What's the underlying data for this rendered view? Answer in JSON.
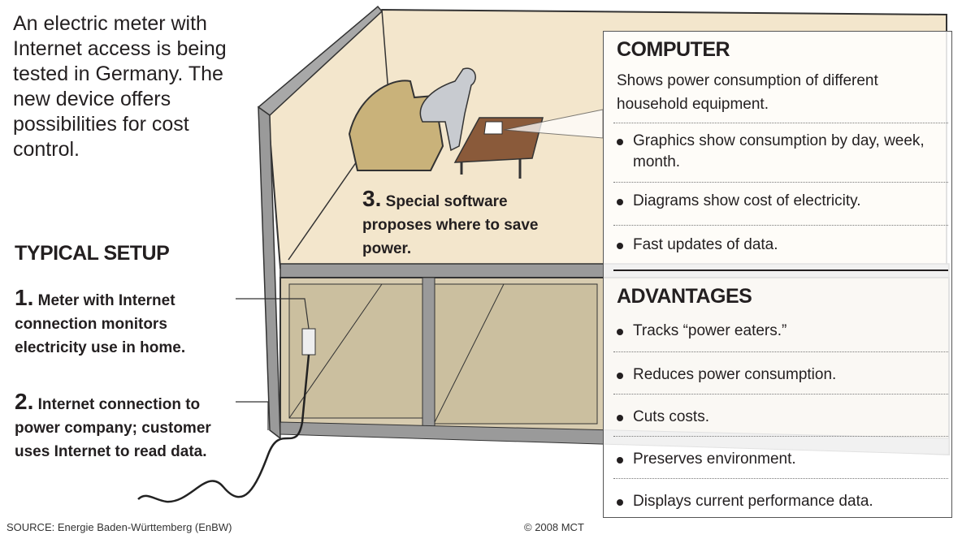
{
  "intro": "An electric meter with Internet access is being tested in Germany. The new device offers possibilities for cost control.",
  "typical_setup": {
    "title": "TYPICAL SETUP",
    "steps": [
      {
        "num": "1.",
        "text": "Meter with Internet connection monitors electricity use in home."
      },
      {
        "num": "2.",
        "text": "Internet connection to power company; customer uses Internet to read data."
      },
      {
        "num": "3.",
        "text": "Special software proposes where to save power."
      }
    ]
  },
  "computer": {
    "title": "COMPUTER",
    "desc": "Shows power consumption of different household equipment.",
    "items": [
      "Graphics show consumption by day, week, month.",
      "Diagrams show cost of electricity.",
      "Fast updates of data."
    ]
  },
  "advantages": {
    "title": "ADVANTAGES",
    "items": [
      "Tracks “power eaters.”",
      "Reduces power consumption.",
      "Cuts costs.",
      "Preserves environment.",
      "Displays current performance data."
    ]
  },
  "source": "SOURCE: Energie Baden-Württemberg (EnBW)",
  "copyright": "© 2008 MCT"
}
